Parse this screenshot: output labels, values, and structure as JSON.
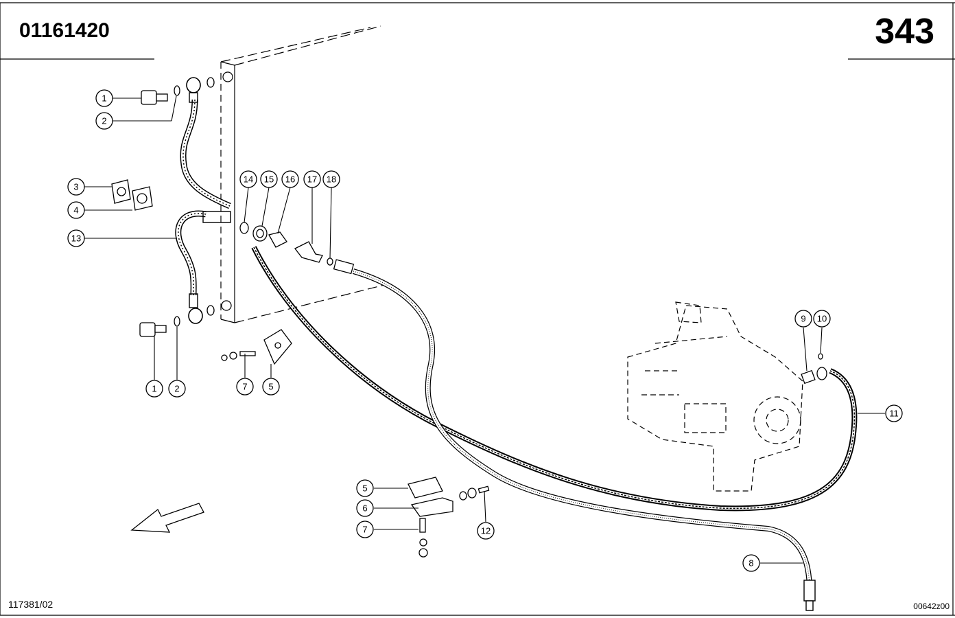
{
  "header": {
    "document_number": "01161420",
    "page_number": "343"
  },
  "footer": {
    "reference_left": "117381/02",
    "reference_right": "00642z00"
  },
  "callouts": [
    {
      "id": "c1a",
      "label": "1"
    },
    {
      "id": "c2a",
      "label": "2"
    },
    {
      "id": "c3",
      "label": "3"
    },
    {
      "id": "c4",
      "label": "4"
    },
    {
      "id": "c13",
      "label": "13"
    },
    {
      "id": "c1b",
      "label": "1"
    },
    {
      "id": "c2b",
      "label": "2"
    },
    {
      "id": "c7a",
      "label": "7"
    },
    {
      "id": "c5a",
      "label": "5"
    },
    {
      "id": "c14",
      "label": "14"
    },
    {
      "id": "c15",
      "label": "15"
    },
    {
      "id": "c16",
      "label": "16"
    },
    {
      "id": "c17",
      "label": "17"
    },
    {
      "id": "c18",
      "label": "18"
    },
    {
      "id": "c9",
      "label": "9"
    },
    {
      "id": "c10",
      "label": "10"
    },
    {
      "id": "c11",
      "label": "11"
    },
    {
      "id": "c5b",
      "label": "5"
    },
    {
      "id": "c6",
      "label": "6"
    },
    {
      "id": "c7b",
      "label": "7"
    },
    {
      "id": "c12",
      "label": "12"
    },
    {
      "id": "c8",
      "label": "8"
    }
  ]
}
